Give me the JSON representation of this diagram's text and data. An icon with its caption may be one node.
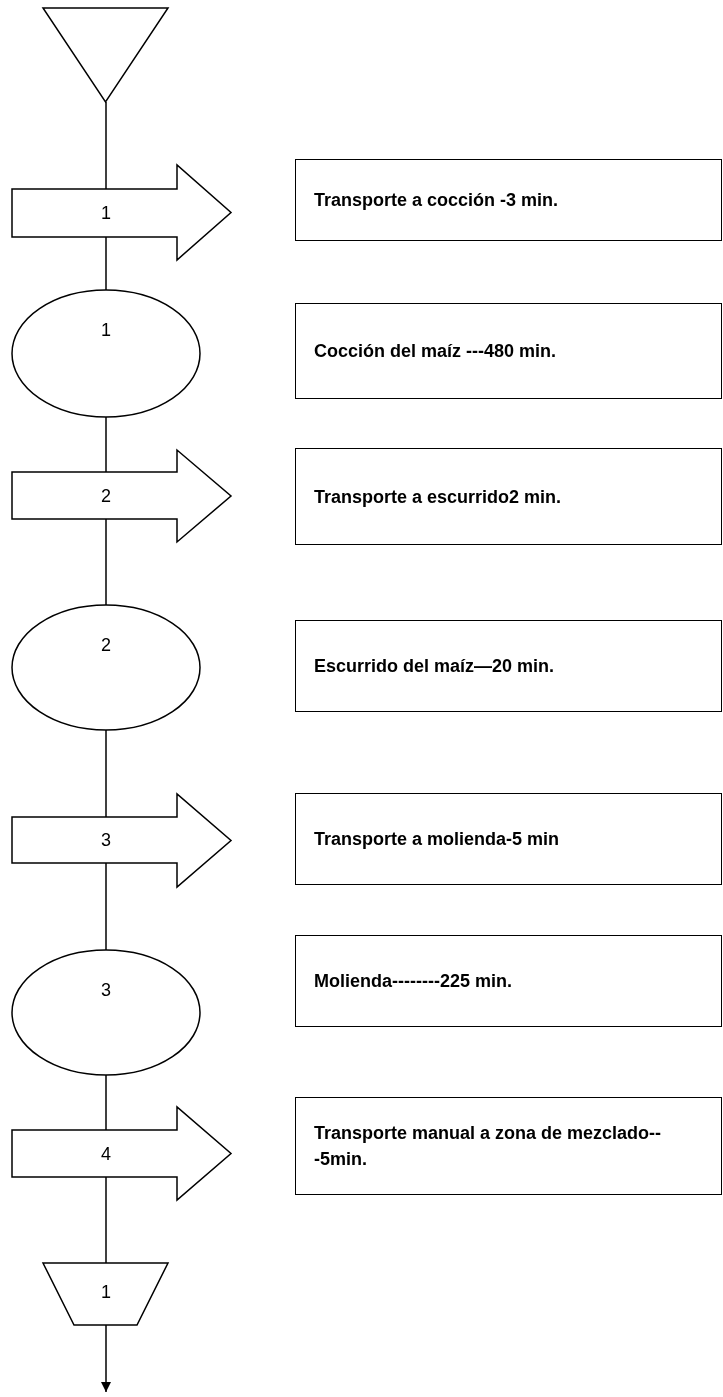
{
  "diagram": {
    "nodes": [
      {
        "text": [],
        "shape": "triangle"
      },
      {
        "text": [
          "1"
        ]
      },
      {
        "text": [
          "Transporte a cocción -3 min."
        ]
      },
      {
        "text": [
          "1"
        ]
      },
      {
        "text": [
          "Cocción del maíz ---480 min."
        ]
      },
      {
        "text": [
          "2"
        ]
      },
      {
        "text": [
          "Transporte a escurrido2 min."
        ]
      },
      {
        "text": [
          "2"
        ]
      },
      {
        "text": [
          "Escurrido del maíz—20 min."
        ]
      },
      {
        "text": [
          "3"
        ]
      },
      {
        "text": [
          "Transporte a molienda-5 min"
        ]
      },
      {
        "text": [
          "3"
        ]
      },
      {
        "text": [
          "Molienda--------225 min."
        ]
      },
      {
        "text": [
          "4"
        ]
      },
      {
        "text": [
          "Transporte manual a zona de mezclado---5min."
        ]
      },
      {
        "text": [
          "1"
        ]
      }
    ],
    "edges": [
      {
        "from": 0,
        "to": 1,
        "arrow": "none"
      },
      {
        "from": 1,
        "to": 3,
        "arrow": "none"
      },
      {
        "from": 3,
        "to": 5,
        "arrow": "none"
      },
      {
        "from": 5,
        "to": 7,
        "arrow": "none"
      },
      {
        "from": 7,
        "to": 9,
        "arrow": "none"
      },
      {
        "from": 9,
        "to": 11,
        "arrow": "none"
      },
      {
        "from": 11,
        "to": 13,
        "arrow": "none"
      },
      {
        "from": 13,
        "to": 15,
        "arrow": "none"
      },
      {
        "from": 15,
        "to": null,
        "arrow": "to"
      }
    ]
  }
}
